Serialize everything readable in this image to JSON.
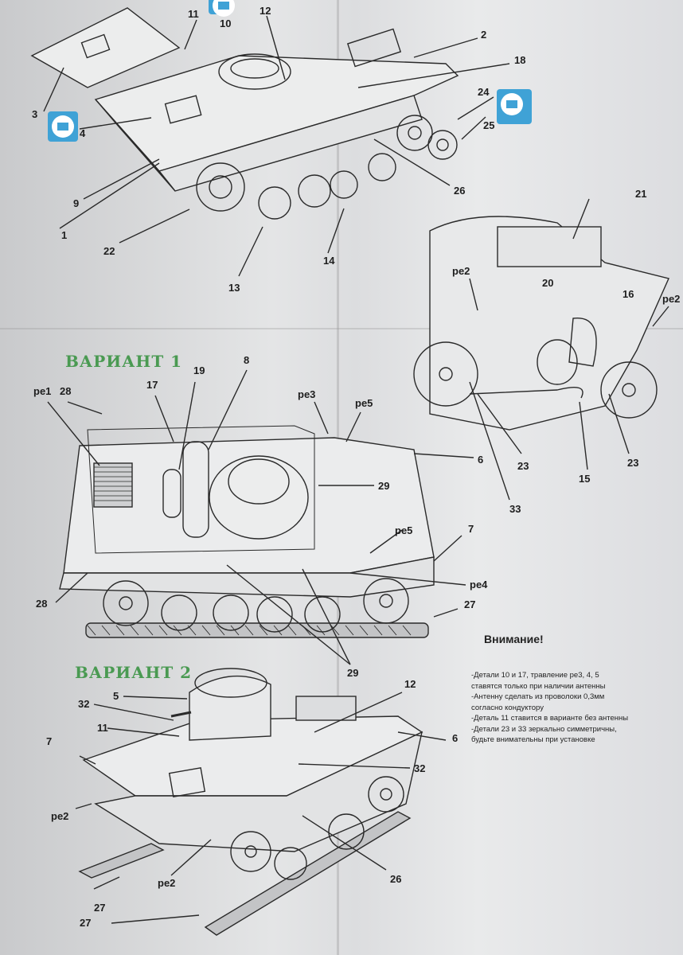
{
  "labels": {
    "top": [
      "11",
      "10",
      "12",
      "2",
      "18",
      "3",
      "4",
      "24",
      "25",
      "9",
      "26",
      "1",
      "22",
      "14",
      "13",
      "21",
      "pe2",
      "20",
      "16",
      "pe2",
      "23",
      "15",
      "23",
      "33"
    ],
    "v1": [
      "pe1",
      "28",
      "17",
      "19",
      "8",
      "pe3",
      "pe5",
      "6",
      "29",
      "pe5",
      "7",
      "pe4",
      "28",
      "27",
      "29"
    ],
    "v2": [
      "12",
      "5",
      "32",
      "11",
      "7",
      "6",
      "32",
      "pe2",
      "pe2",
      "26",
      "27",
      "27"
    ]
  },
  "variant1_title": "ВАРИАНТ 1",
  "variant2_title": "ВАРИАНТ 2",
  "attention_title": "Внимание!",
  "notes": [
    "-Детали 10 и 17, травление ре3, 4, 5 ставятся только при наличии антенны",
    "-Антенну сделать из проволоки 0,3мм согласно кондуктору",
    "-Деталь 11 ставится в варианте без антенны",
    "-Детали 23 и 33 зеркально симметричны, будьте внимательны при установке"
  ],
  "colors": {
    "paper": "#e2e3e4",
    "ink": "#1e1e1e",
    "variant_green": "#4a9a52",
    "badge_blue": "#3fa2d6"
  }
}
